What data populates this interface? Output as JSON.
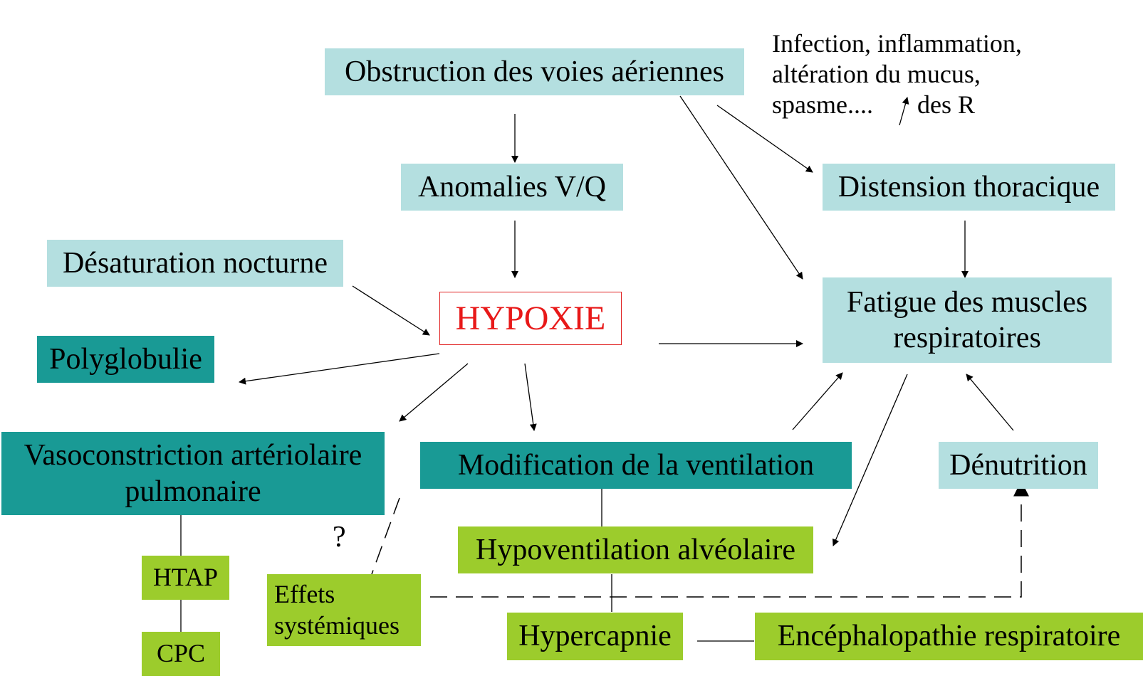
{
  "nodes": {
    "obstruction": "Obstruction des voies aériennes",
    "anomalies": "Anomalies V/Q",
    "desaturation": "Désaturation nocturne",
    "hypoxie": "HYPOXIE",
    "polyglobulie": "Polyglobulie",
    "vasoconstriction": [
      "Vasoconstriction artériolaire",
      "pulmonaire"
    ],
    "htap": "HTAP",
    "cpc": "CPC",
    "effets": [
      "Effets",
      "systémiques"
    ],
    "modification": "Modification de la ventilation",
    "hypoventilation": "Hypoventilation alvéolaire",
    "hypercapnie": "Hypercapnie",
    "encephalopathie": "Encéphalopathie respiratoire",
    "distension": "Distension thoracique",
    "fatigue": [
      "Fatigue des muscles",
      "respiratoires"
    ],
    "denutrition": "Dénutrition"
  },
  "note": {
    "line1": "Infection, inflammation,",
    "line2": "altération du mucus,",
    "line3_a": "spasme....",
    "line3_b": "des R"
  },
  "question_mark": "?",
  "colors": {
    "light_box": "#b4dfe0",
    "teal_box": "#199a95",
    "green_box": "#9ccc2c",
    "hypoxie_text": "#e81818"
  }
}
